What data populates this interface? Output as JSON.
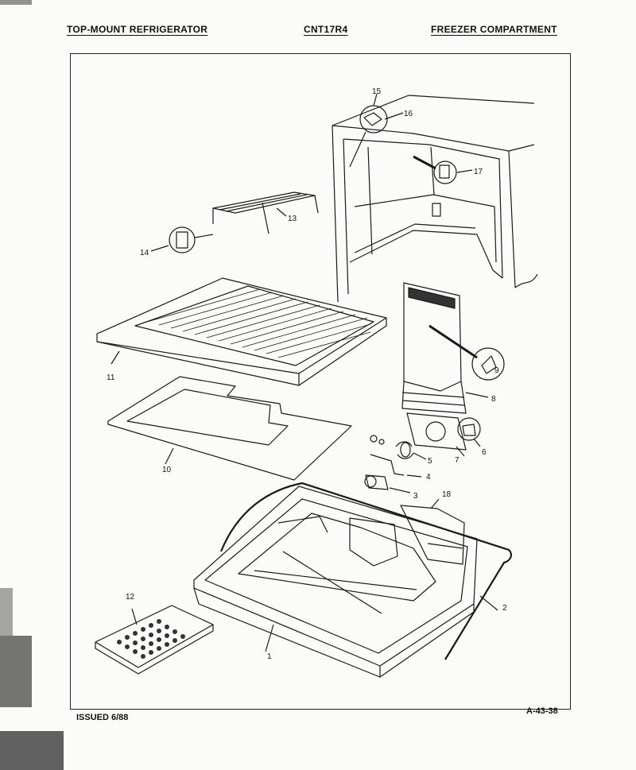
{
  "header": {
    "left": "TOP-MOUNT REFRIGERATOR",
    "center": "CNT17R4",
    "right": "FREEZER COMPARTMENT"
  },
  "footer": {
    "issued": "ISSUED 6/88",
    "page_code": "A-43-38"
  },
  "callouts": {
    "c1": "1",
    "c2": "2",
    "c3": "3",
    "c4": "4",
    "c5": "5",
    "c6": "6",
    "c7": "7",
    "c8": "8",
    "c9": "9",
    "c10": "10",
    "c11": "11",
    "c12": "12",
    "c13": "13",
    "c14": "14",
    "c15": "15",
    "c16": "16",
    "c17": "17",
    "c18": "18"
  }
}
